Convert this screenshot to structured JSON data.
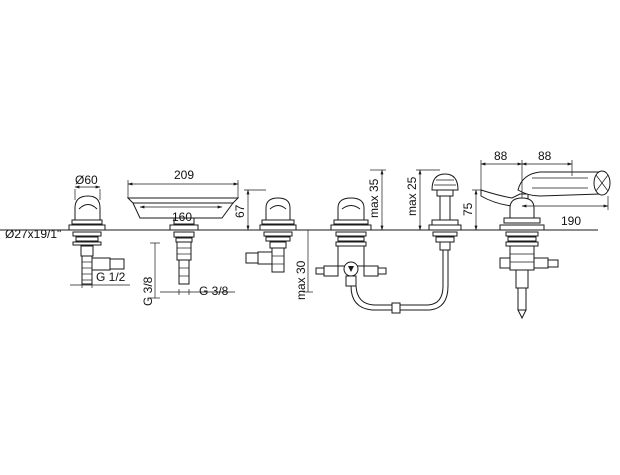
{
  "dimensions": {
    "d60": "Ø60",
    "d27": "Ø27x19/1\"",
    "g12": "G 1/2",
    "g38_left": "G 3/8",
    "g38_right": "G 3/8",
    "w209": "209",
    "w160": "160",
    "h67": "67",
    "max30": "max 30",
    "max35": "max 35",
    "max25": "max 25",
    "h75": "75",
    "w88a": "88",
    "w88b": "88",
    "w190": "190"
  }
}
